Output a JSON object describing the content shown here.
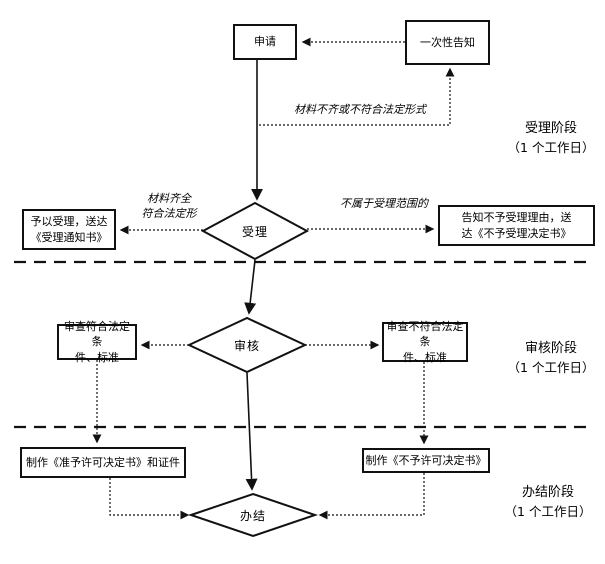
{
  "flow": {
    "apply": "申请",
    "notify_once": "一次性告知",
    "accept": "受理",
    "review": "审核",
    "close": "办结",
    "accept_granted": {
      "line1": "予以受理，送达",
      "line2": "《受理通知书》"
    },
    "accept_denied": {
      "line1": "告知不予受理理由，送",
      "line2": "达《不予受理决定书》"
    },
    "review_pass": {
      "line1": "审查符合法定条",
      "line2": "件、标准"
    },
    "review_fail": {
      "line1": "审查不符合法定条",
      "line2": "件、标准"
    },
    "make_permit": "制作《准予许可决定书》和证件",
    "make_denial": "制作《不予许可决定书》"
  },
  "annotations": {
    "materials_incomplete": "材料不齐或不符合法定形式",
    "materials_complete_line1": "材料齐全",
    "materials_complete_line2": "符合法定形",
    "not_in_scope": "不属于受理范围的"
  },
  "stages": [
    {
      "name": "受理阶段",
      "duration": "（1 个工作日）"
    },
    {
      "name": "审核阶段",
      "duration": "（1 个工作日）"
    },
    {
      "name": "办结阶段",
      "duration": "（1 个工作日）"
    }
  ],
  "colors": {
    "line": "#111111",
    "background": "#ffffff"
  }
}
